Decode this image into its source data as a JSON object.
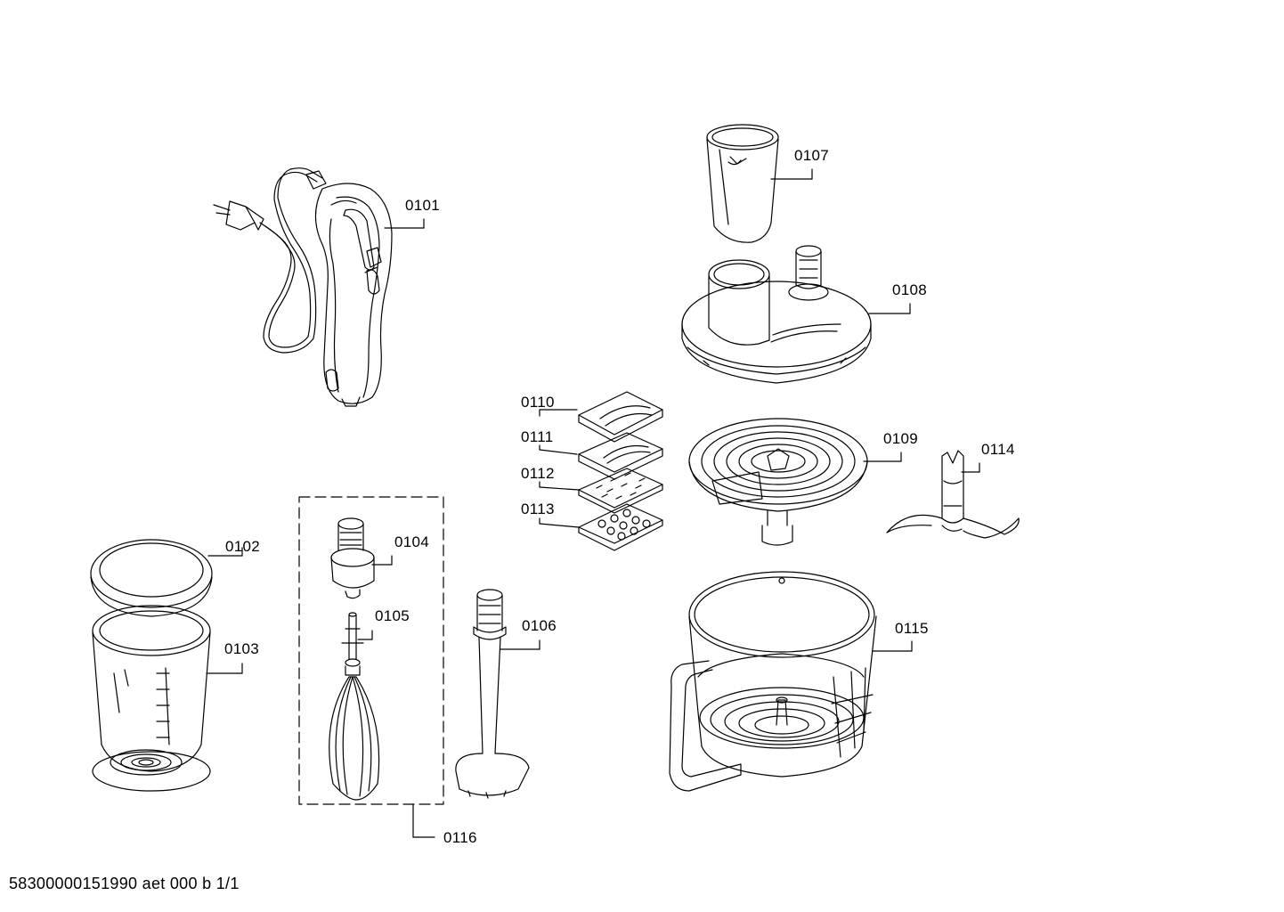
{
  "parts": [
    {
      "id": "0101",
      "name": "hand-blender-motor-unit"
    },
    {
      "id": "0102",
      "name": "beaker-lid"
    },
    {
      "id": "0103",
      "name": "measuring-beaker"
    },
    {
      "id": "0104",
      "name": "whisk-gear-attachment"
    },
    {
      "id": "0105",
      "name": "whisk"
    },
    {
      "id": "0106",
      "name": "blender-shaft"
    },
    {
      "id": "0107",
      "name": "food-pusher"
    },
    {
      "id": "0108",
      "name": "processor-lid"
    },
    {
      "id": "0109",
      "name": "disc-carrier"
    },
    {
      "id": "0110",
      "name": "slicing-insert-coarse"
    },
    {
      "id": "0111",
      "name": "slicing-insert-fine"
    },
    {
      "id": "0112",
      "name": "grating-insert-fine"
    },
    {
      "id": "0113",
      "name": "grating-insert-coarse"
    },
    {
      "id": "0114",
      "name": "chopping-blade"
    },
    {
      "id": "0115",
      "name": "processor-bowl"
    },
    {
      "id": "0116",
      "name": "whisk-assembly-group"
    }
  ],
  "footer": "58300000151990 aet 000 b 1/1"
}
